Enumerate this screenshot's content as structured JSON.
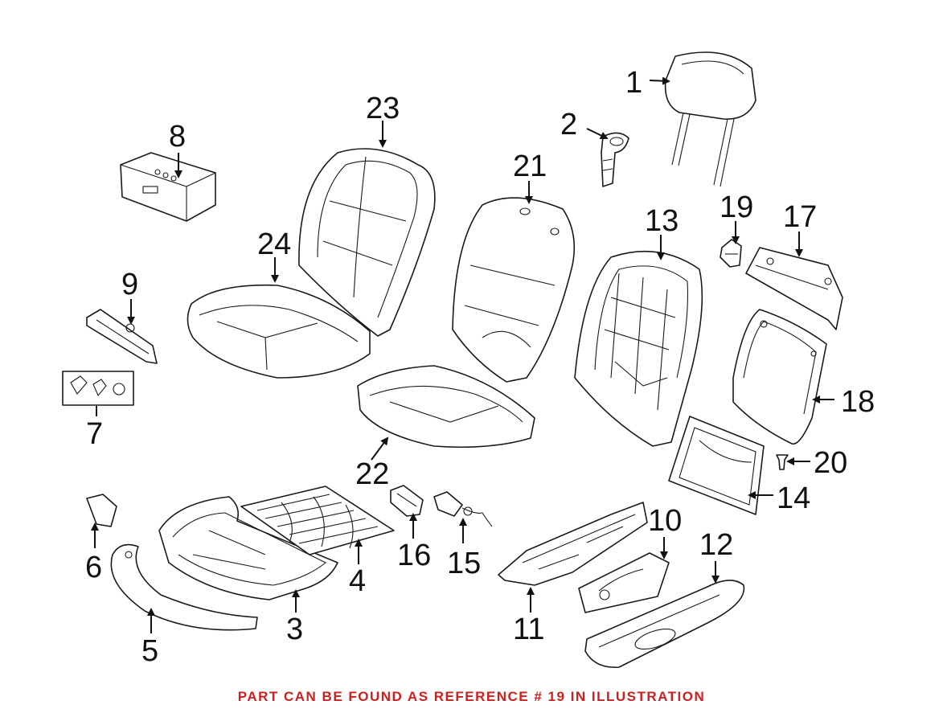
{
  "diagram": {
    "callouts": [
      "1",
      "2",
      "3",
      "4",
      "5",
      "6",
      "7",
      "8",
      "9",
      "10",
      "11",
      "12",
      "13",
      "14",
      "15",
      "16",
      "17",
      "18",
      "19",
      "20",
      "21",
      "22",
      "23",
      "24"
    ],
    "footer": "PART CAN BE FOUND AS REFERENCE # 19 IN ILLUSTRATION",
    "colors": {
      "footer_text": "#cc1f1f",
      "linework": "#1a1a1a"
    }
  }
}
